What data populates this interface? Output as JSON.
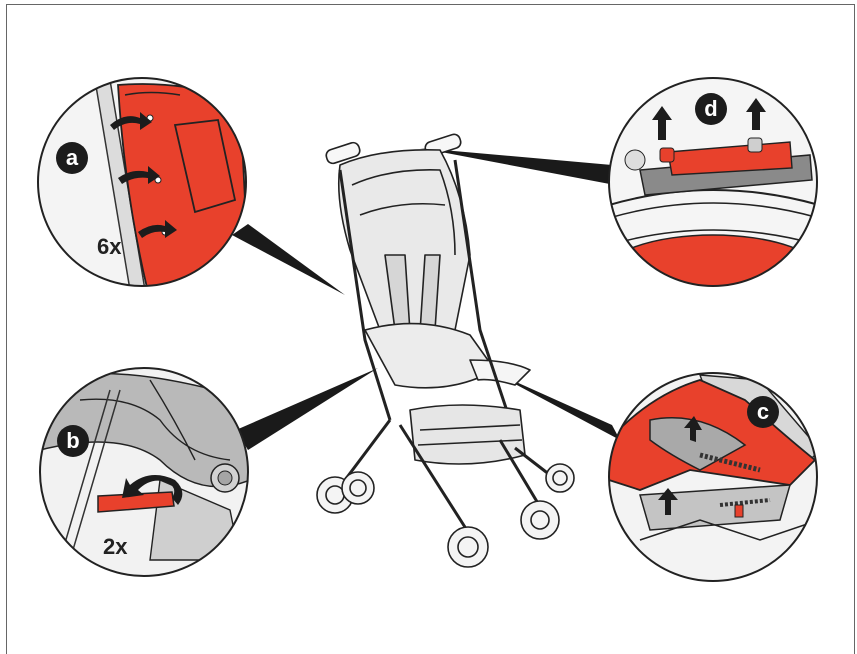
{
  "steps": {
    "a": {
      "letter": "a",
      "count": "6x"
    },
    "b": {
      "letter": "b",
      "count": "2x"
    },
    "c": {
      "letter": "c"
    },
    "d": {
      "letter": "d"
    }
  },
  "colors": {
    "fabric_red": "#e8412c",
    "frame_grey": "#8a8a8a",
    "line_dark": "#1a1a1a",
    "light_grey": "#d9d9d9",
    "badge_black": "#1c1c1c"
  }
}
